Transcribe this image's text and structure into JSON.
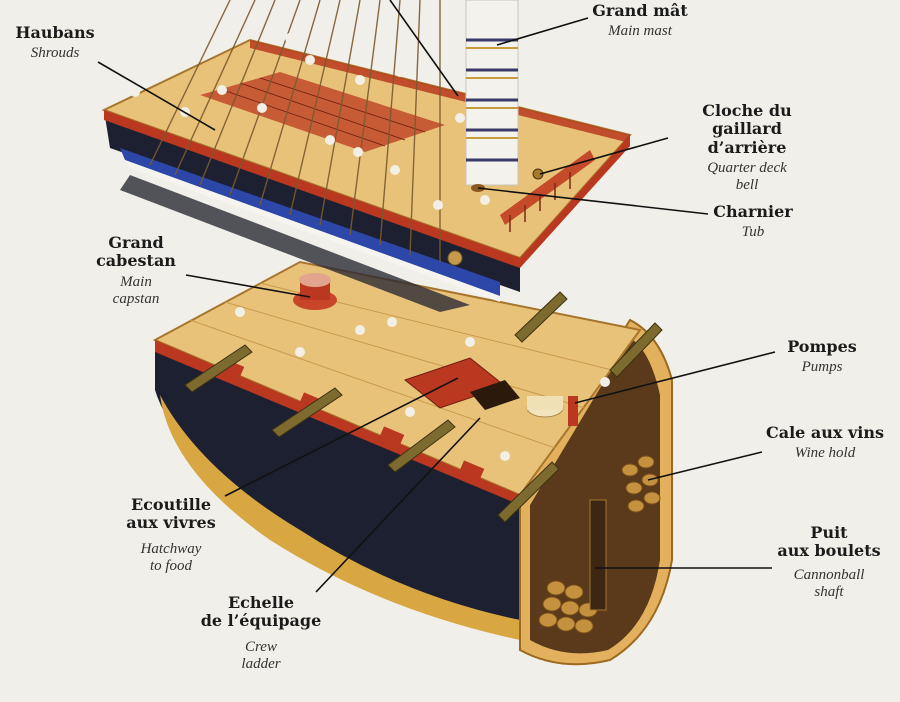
{
  "colors": {
    "background": "#f1efe9",
    "deck_wood": "#e9c27a",
    "hull_dark": "#1d2030",
    "rail_red": "#b9381f",
    "stripe_blue": "#2c47a8",
    "leader_line": "#111111"
  },
  "labels": {
    "shrouds": {
      "fr": "Haubans",
      "en": "Shrouds"
    },
    "main_mast": {
      "fr": "Grand mât",
      "en": "Main mast"
    },
    "bell": {
      "fr1": "Cloche du",
      "fr2": "gaillard d’arrière",
      "en1": "Quarter deck",
      "en2": "bell"
    },
    "tub": {
      "fr": "Charnier",
      "en": "Tub"
    },
    "capstan": {
      "fr1": "Grand",
      "fr2": "cabestan",
      "en1": "Main",
      "en2": "capstan"
    },
    "pumps": {
      "fr": "Pompes",
      "en": "Pumps"
    },
    "wine_hold": {
      "fr": "Cale aux vins",
      "en": "Wine hold"
    },
    "hatchway": {
      "fr1": "Ecoutille",
      "fr2": "aux vivres",
      "en1": "Hatchway",
      "en2": "to food"
    },
    "shaft": {
      "fr1": "Puit",
      "fr2": "aux boulets",
      "en1": "Cannonball",
      "en2": "shaft"
    },
    "ladder": {
      "fr1": "Echelle",
      "fr2": "de l’équipage",
      "en1": "Crew",
      "en2": "ladder"
    }
  }
}
